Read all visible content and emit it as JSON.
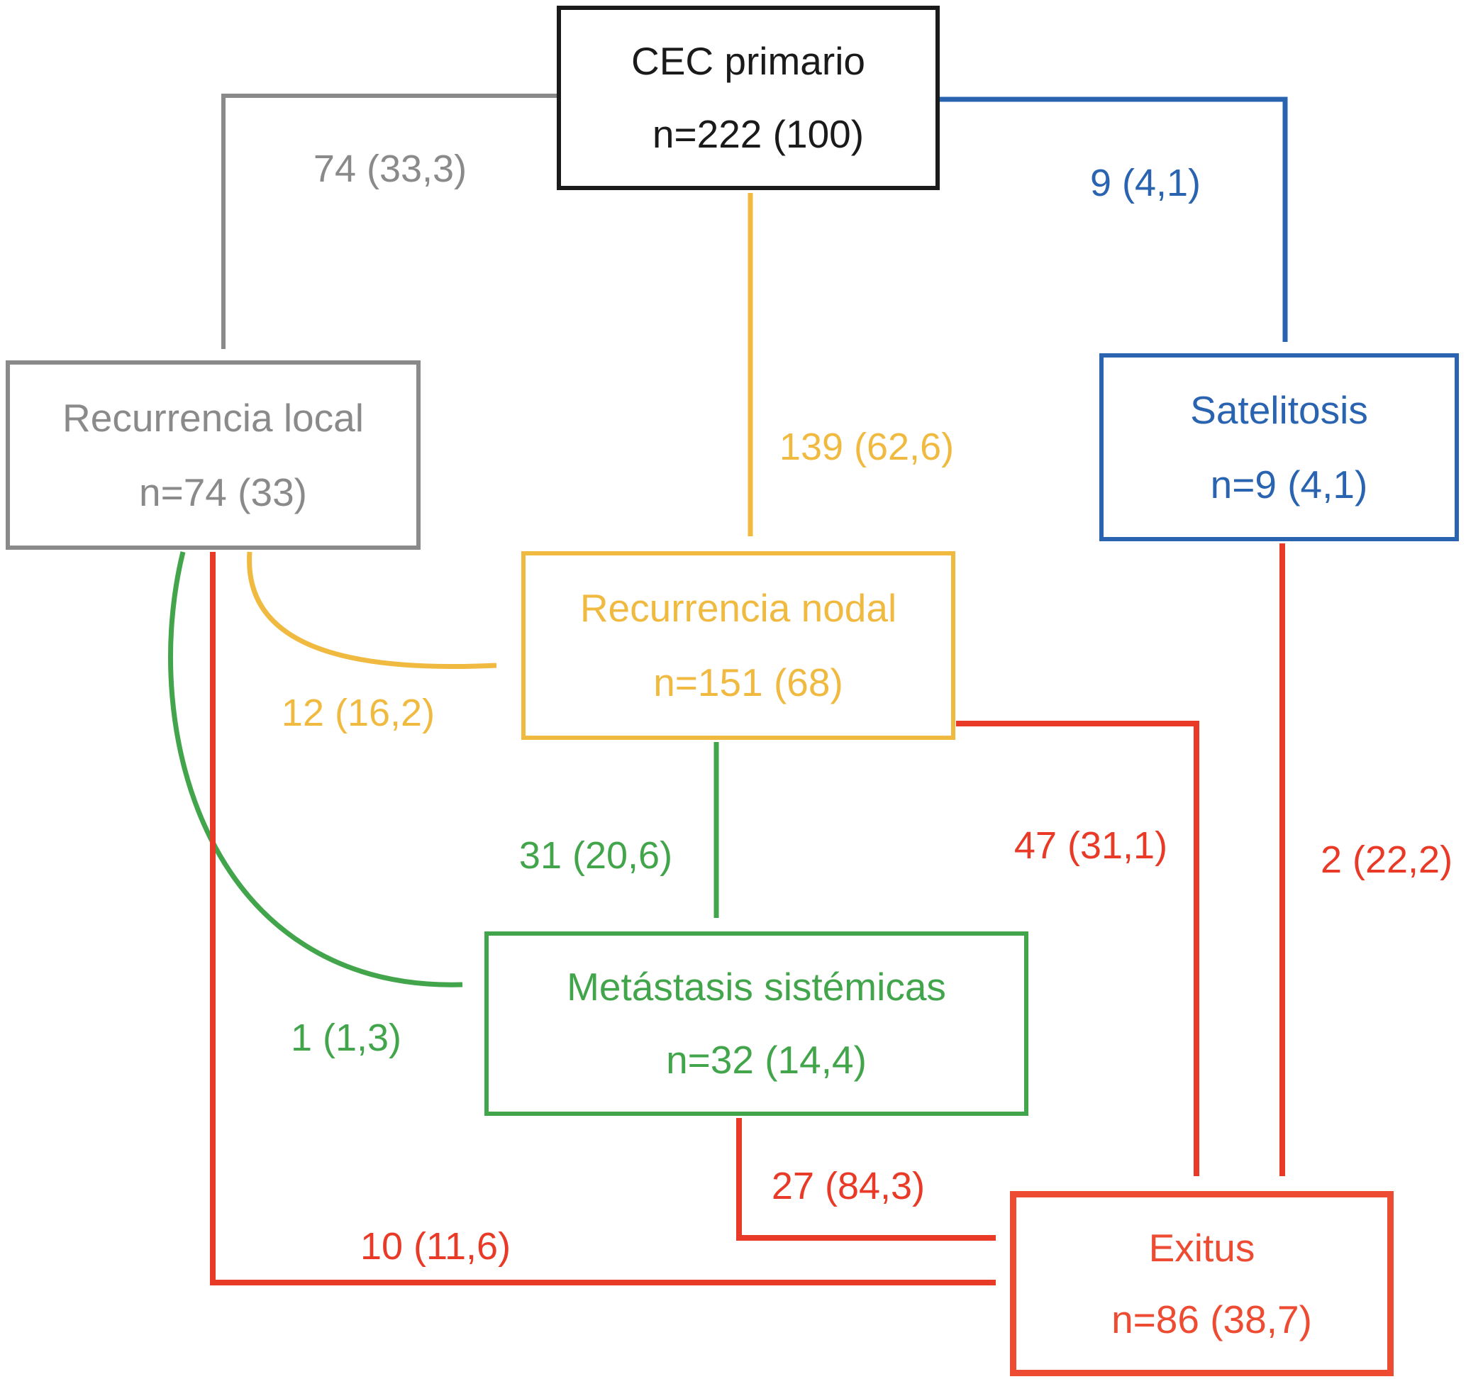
{
  "diagram": {
    "title_hint": "CEC primario flow diagram",
    "palette": {
      "black": "#1a1a1a",
      "gray": "#8a8a8a",
      "blue": "#2a63b0",
      "yellow": "#f0ba41",
      "green": "#43a54b",
      "red": "#e93a27",
      "exitus_red": "#ee4b33"
    }
  },
  "boxes": {
    "cec": {
      "title": "CEC primario",
      "value": "n=222 (100)",
      "border": "#1a1a1a"
    },
    "local": {
      "title": "Recurrencia local",
      "value": "n=74 (33)",
      "border": "#8a8a8a"
    },
    "satelitosis": {
      "title": "Satelitosis",
      "value": "n=9 (4,1)",
      "border": "#2a63b0"
    },
    "nodal": {
      "title": "Recurrencia nodal",
      "value": "n=151 (68)",
      "border": "#f0ba41"
    },
    "metastasis": {
      "title": "Metástasis sistémicas",
      "value": "n=32 (14,4)",
      "border": "#43a54b"
    },
    "exitus": {
      "title": "Exitus",
      "value": "n=86 (38,7)",
      "border": "#ee4b33"
    }
  },
  "edges": {
    "cec_to_local": {
      "from": "cec",
      "to": "local",
      "label": "74 (33,3)",
      "color": "#8a8a8a"
    },
    "cec_to_satelitosis": {
      "from": "cec",
      "to": "satelitosis",
      "label": "9 (4,1)",
      "color": "#2a63b0"
    },
    "cec_to_nodal": {
      "from": "cec",
      "to": "nodal",
      "label": "139 (62,6)",
      "color": "#f0ba41"
    },
    "local_to_nodal": {
      "from": "local",
      "to": "nodal",
      "label": "12 (16,2)",
      "color": "#f0ba41"
    },
    "nodal_to_metastasis": {
      "from": "nodal",
      "to": "metastasis",
      "label": "31 (20,6)",
      "color": "#43a54b"
    },
    "local_to_metastasis": {
      "from": "local",
      "to": "metastasis",
      "label": "1 (1,3)",
      "color": "#43a54b"
    },
    "nodal_to_exitus": {
      "from": "nodal",
      "to": "exitus",
      "label": "47 (31,1)",
      "color": "#e93a27"
    },
    "satelitosis_to_exitus": {
      "from": "satelitosis",
      "to": "exitus",
      "label": "2 (22,2)",
      "color": "#e93a27"
    },
    "metastasis_to_exitus": {
      "from": "metastasis",
      "to": "exitus",
      "label": "27 (84,3)",
      "color": "#e93a27"
    },
    "local_to_exitus": {
      "from": "local",
      "to": "exitus",
      "label": "10 (11,6)",
      "color": "#e93a27"
    }
  }
}
